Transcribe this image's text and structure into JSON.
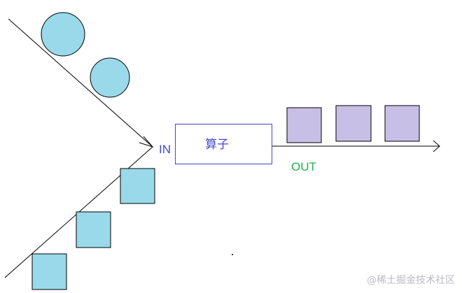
{
  "diagram": {
    "input_label": "IN",
    "operator_label": "算子",
    "output_label": "OUT",
    "watermark": "@稀土掘金技术社区"
  },
  "colors": {
    "circle_fill": "#99d9ea",
    "input_square_fill": "#99d9ea",
    "output_square_fill": "#c8bfe7",
    "shape_stroke": "#000000",
    "in_label": "#3f48cc",
    "out_label": "#22b14c",
    "operator_text": "#3f48cc"
  }
}
